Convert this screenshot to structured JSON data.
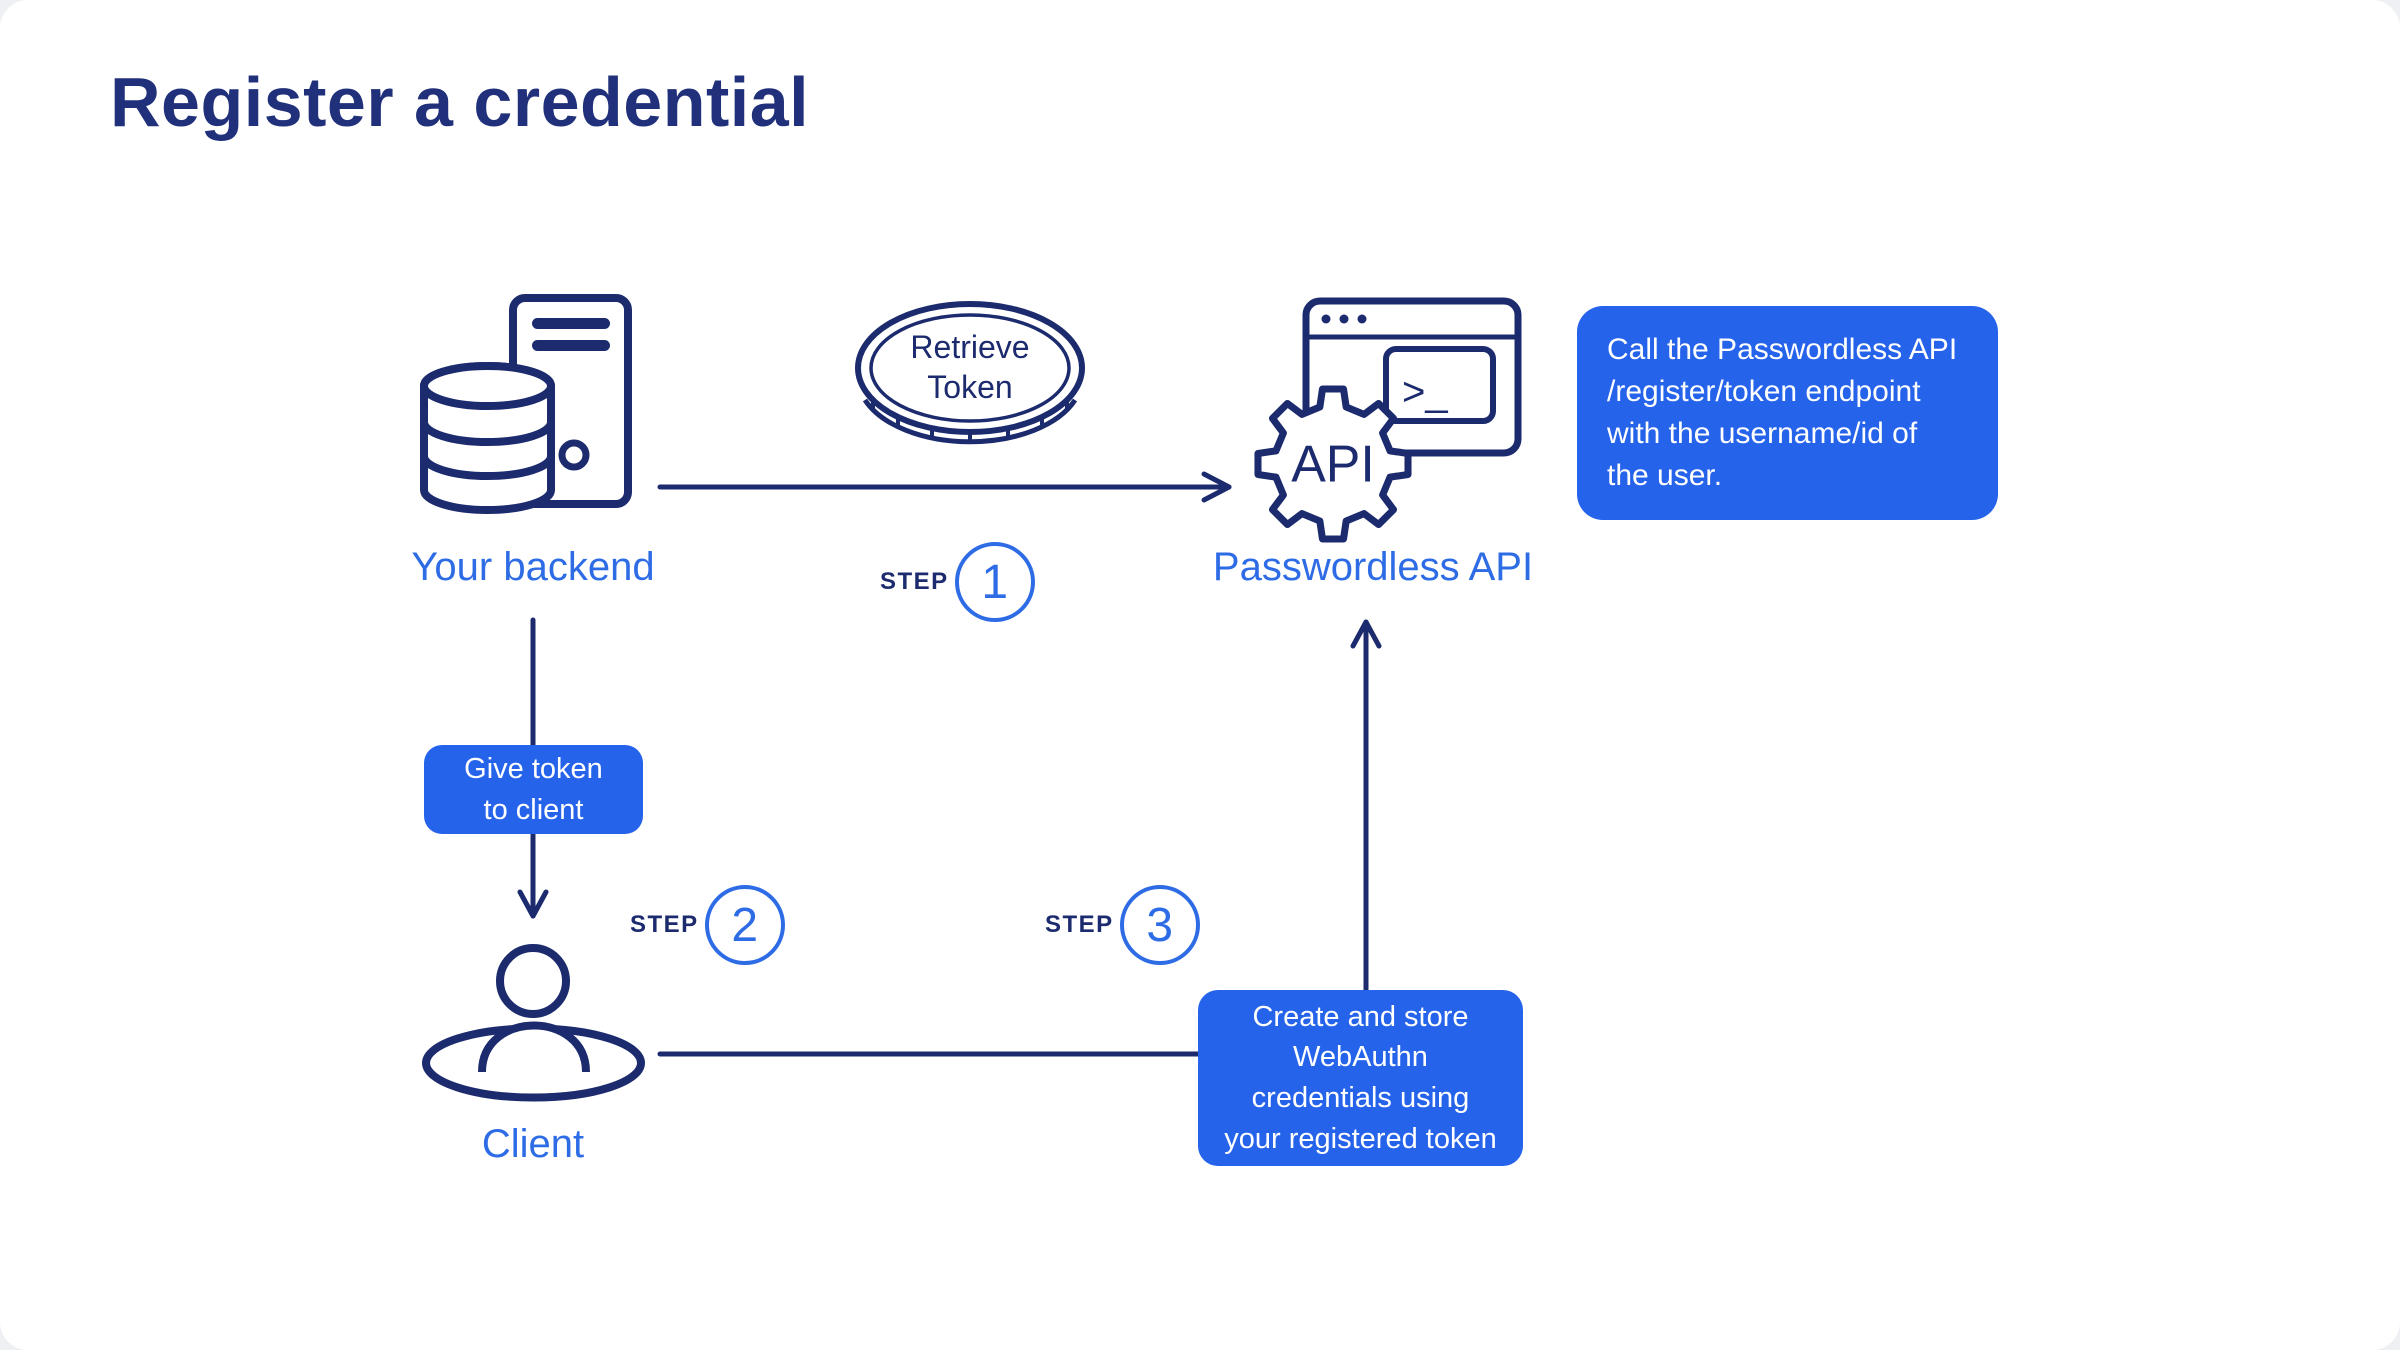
{
  "title": "Register a credential",
  "nodes": {
    "backend": {
      "label": "Your backend",
      "icon": "server-database-icon"
    },
    "api": {
      "label": "Passwordless API",
      "icon": "api-gear-browser-icon",
      "gear_text": "API",
      "terminal_prompt": ">_"
    },
    "client": {
      "label": "Client",
      "icon": "person-icon"
    }
  },
  "token_coin": {
    "icon": "token-coin-icon",
    "line1": "Retrieve",
    "line2": "Token"
  },
  "steps": {
    "one": {
      "prefix": "STEP",
      "number": "1"
    },
    "two": {
      "prefix": "STEP",
      "number": "2"
    },
    "three": {
      "prefix": "STEP",
      "number": "3"
    }
  },
  "callouts": {
    "api_call_lines": [
      "Call the Passwordless API",
      "/register/token endpoint",
      "with the username/id of",
      "the user."
    ],
    "give_token_lines": [
      "Give token",
      "to client"
    ],
    "webauthn_lines": [
      "Create and store",
      "WebAuthn",
      "credentials using",
      "your registered token"
    ]
  },
  "colors": {
    "navy": "#1c2b6e",
    "accent_blue": "#2563eb",
    "label_blue": "#2e6ce6",
    "box_text": "#ffffff"
  }
}
